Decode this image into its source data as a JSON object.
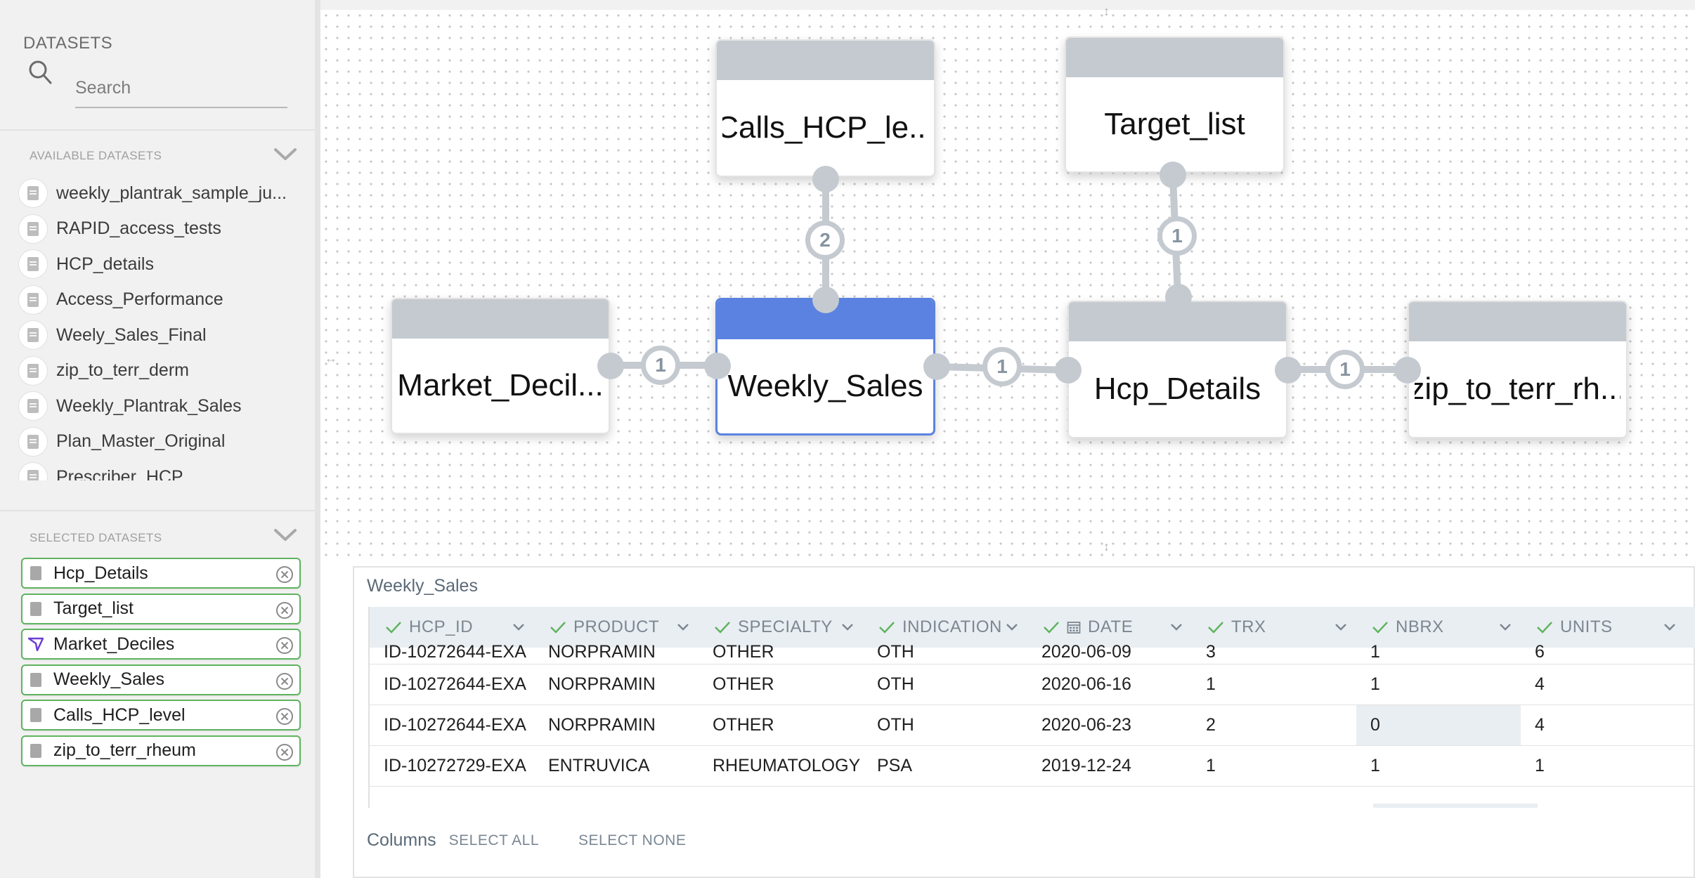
{
  "sidebar": {
    "title": "DATASETS",
    "search": {
      "placeholder": "Search",
      "value": ""
    },
    "available": {
      "heading": "AVAILABLE DATASETS",
      "items": [
        {
          "label": "weekly_plantrak_sample_ju..."
        },
        {
          "label": "RAPID_access_tests"
        },
        {
          "label": "HCP_details"
        },
        {
          "label": "Access_Performance"
        },
        {
          "label": "Weely_Sales_Final"
        },
        {
          "label": "zip_to_terr_derm"
        },
        {
          "label": "Weekly_Plantrak_Sales"
        },
        {
          "label": "Plan_Master_Original"
        },
        {
          "label": "Prescriber_HCP"
        }
      ]
    },
    "selected": {
      "heading": "SELECTED DATASETS",
      "items": [
        {
          "label": "Hcp_Details",
          "icon": "file-icon"
        },
        {
          "label": "Target_list",
          "icon": "file-icon"
        },
        {
          "label": "Market_Deciles",
          "icon": "brand-logo-icon"
        },
        {
          "label": "Weekly_Sales",
          "icon": "file-icon"
        },
        {
          "label": "Calls_HCP_level",
          "icon": "file-icon"
        },
        {
          "label": "zip_to_terr_rheum",
          "icon": "file-icon"
        }
      ]
    }
  },
  "graph": {
    "nodes": {
      "calls": "Calls_HCP_le...",
      "target": "Target_list",
      "market": "Market_Decil...",
      "weekly": "Weekly_Sales",
      "hcp": "Hcp_Details",
      "zip": "zip_to_terr_rh..."
    },
    "selected_node": "Weekly_Sales",
    "joins": {
      "calls_weekly": "2",
      "target_hcp": "1",
      "market_weekly": "1",
      "weekly_hcp": "1",
      "hcp_zip": "1"
    }
  },
  "preview": {
    "title": "Weekly_Sales",
    "columns": [
      "HCP_ID",
      "PRODUCT",
      "SPECIALTY",
      "INDICATION",
      "DATE",
      "TRX",
      "NBRX",
      "UNITS"
    ],
    "rows": [
      [
        "ID-10272644-EXA",
        "NORPRAMIN",
        "OTHER",
        "OTH",
        "2020-06-09",
        "3",
        "1",
        "6"
      ],
      [
        "ID-10272644-EXA",
        "NORPRAMIN",
        "OTHER",
        "OTH",
        "2020-06-16",
        "1",
        "1",
        "4"
      ],
      [
        "ID-10272644-EXA",
        "NORPRAMIN",
        "OTHER",
        "OTH",
        "2020-06-23",
        "2",
        "0",
        "4"
      ],
      [
        "ID-10272729-EXA",
        "ENTRUVICA",
        "RHEUMATOLOGY",
        "PSA",
        "2019-12-24",
        "1",
        "1",
        "1"
      ]
    ],
    "footer": {
      "label": "Columns",
      "select_all": "SELECT ALL",
      "select_none": "SELECT NONE"
    }
  },
  "colors": {
    "accent": "#5b82e0",
    "chip_border": "#5fb35f",
    "node_gray": "#c4cad0",
    "header_bg": "#e9eef2"
  }
}
